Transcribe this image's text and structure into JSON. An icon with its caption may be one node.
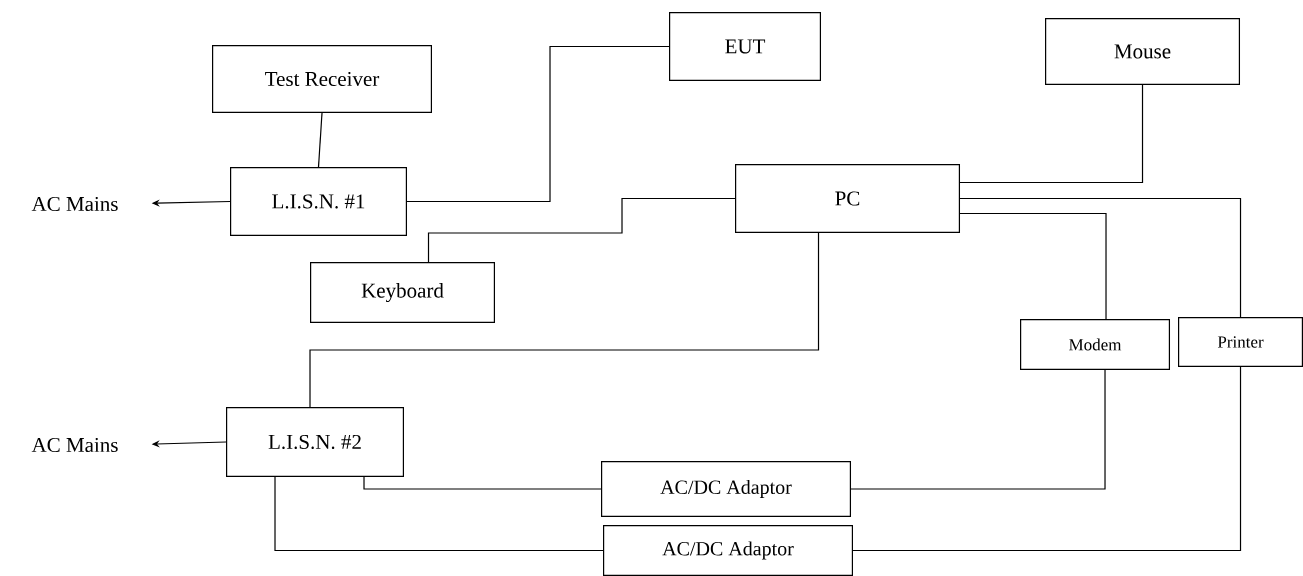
{
  "diagram": {
    "nodes": [
      {
        "text": [
          "Test Receiver"
        ]
      },
      {
        "text": [
          "EUT"
        ]
      },
      {
        "text": [
          "Mouse"
        ]
      },
      {
        "text": [
          "AC Mains"
        ]
      },
      {
        "text": [
          "L.I.S.N. #1"
        ]
      },
      {
        "text": [
          "PC"
        ]
      },
      {
        "text": [
          "Keyboard"
        ]
      },
      {
        "text": [
          "Modem"
        ]
      },
      {
        "text": [
          "Printer"
        ]
      },
      {
        "text": [
          "AC Mains"
        ]
      },
      {
        "text": [
          "L.I.S.N. #2"
        ]
      },
      {
        "text": [
          "AC/DC Adaptor"
        ]
      },
      {
        "text": [
          "AC/DC Adaptor"
        ]
      }
    ],
    "edges": [
      {
        "from": 0,
        "to": 4,
        "arrow": "none"
      },
      {
        "from": 4,
        "to": 3,
        "arrow": "to"
      },
      {
        "from": 4,
        "to": 1,
        "arrow": "none"
      },
      {
        "from": 6,
        "to": 5,
        "arrow": "none"
      },
      {
        "from": 5,
        "to": 2,
        "arrow": "none"
      },
      {
        "from": 5,
        "to": 8,
        "arrow": "none"
      },
      {
        "from": 5,
        "to": 7,
        "arrow": "none"
      },
      {
        "from": 5,
        "to": 10,
        "arrow": "none"
      },
      {
        "from": 10,
        "to": 9,
        "arrow": "to"
      },
      {
        "from": 10,
        "to": 11,
        "arrow": "none"
      },
      {
        "from": 11,
        "to": 7,
        "arrow": "none"
      },
      {
        "from": 10,
        "to": 12,
        "arrow": "none"
      },
      {
        "from": 12,
        "to": 8,
        "arrow": "none"
      }
    ]
  }
}
